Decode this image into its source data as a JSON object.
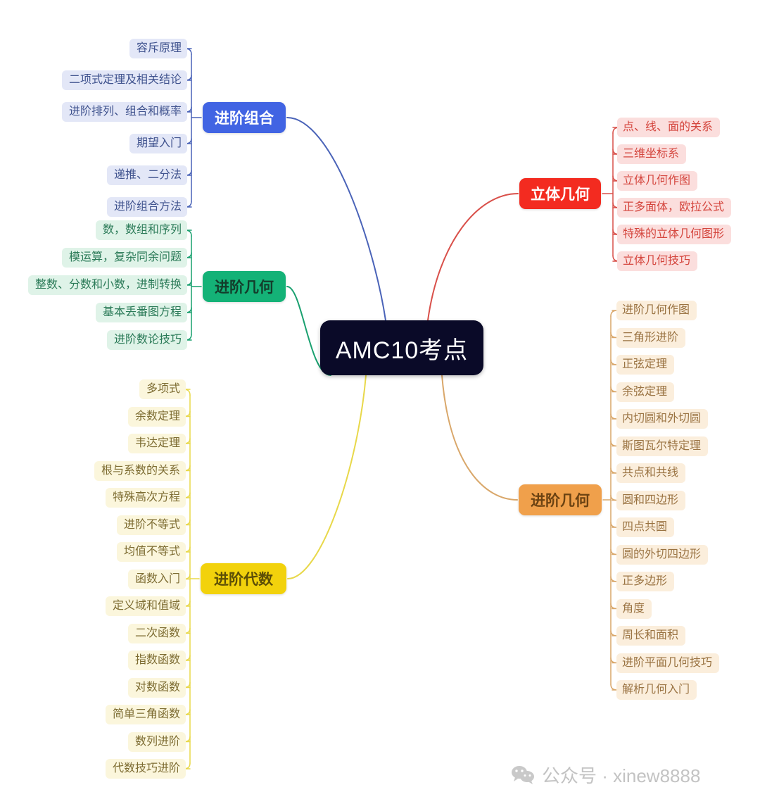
{
  "center": {
    "label": "AMC10考点",
    "bg": "#0a0a28",
    "text_color": "#ffffff"
  },
  "watermark": {
    "icon": "wechat-icon",
    "text": "公众号 · xinew8888",
    "color": "#c3c3c3"
  },
  "branches": [
    {
      "id": "combinatorics",
      "label": "进阶组合",
      "node_bg": "#4164e3",
      "node_text": "#ffffff",
      "leaf_bg": "#e3e7f7",
      "leaf_text": "#41548f",
      "edge_color": "#4a63b8",
      "children": [
        "容斥原理",
        "二项式定理及相关结论",
        "进阶排列、组合和概率",
        "期望入门",
        "递推、二分法",
        "进阶组合方法"
      ]
    },
    {
      "id": "number-theory",
      "label": "进阶几何",
      "node_bg": "#14b277",
      "node_text": "#133d2b",
      "leaf_bg": "#dff3e8",
      "leaf_text": "#2a7a57",
      "edge_color": "#19a06f",
      "children": [
        "数，数组和序列",
        "模运算，复杂同余问题",
        "整数、分数和小数，进制转换",
        "基本丢番图方程",
        "进阶数论技巧"
      ]
    },
    {
      "id": "algebra",
      "label": "进阶代数",
      "node_bg": "#f2d20c",
      "node_text": "#5d4f07",
      "leaf_bg": "#fbf6dc",
      "leaf_text": "#7d6c32",
      "edge_color": "#e8d84a",
      "children": [
        "多项式",
        "余数定理",
        "韦达定理",
        "根与系数的关系",
        "特殊高次方程",
        "进阶不等式",
        "均值不等式",
        "函数入门",
        "定义域和值域",
        "二次函数",
        "指数函数",
        "对数函数",
        "简单三角函数",
        "数列进阶",
        "代数技巧进阶"
      ]
    },
    {
      "id": "solid-geometry",
      "label": "立体几何",
      "node_bg": "#f32b20",
      "node_text": "#ffffff",
      "leaf_bg": "#fbdedd",
      "leaf_text": "#d4453d",
      "edge_color": "#d9504a",
      "children": [
        "点、线、面的关系",
        "三维坐标系",
        "立体几何作图",
        "正多面体，欧拉公式",
        "特殊的立体几何图形",
        "立体几何技巧"
      ]
    },
    {
      "id": "plane-geometry",
      "label": "进阶几何",
      "node_bg": "#f0a04b",
      "node_text": "#6b4212",
      "leaf_bg": "#fbeedc",
      "leaf_text": "#9a7342",
      "edge_color": "#d9a76a",
      "children": [
        "进阶几何作图",
        "三角形进阶",
        "正弦定理",
        "余弦定理",
        "内切圆和外切圆",
        "斯图瓦尔特定理",
        "共点和共线",
        "圆和四边形",
        "四点共圆",
        "圆的外切四边形",
        "正多边形",
        "角度",
        "周长和面积",
        "进阶平面几何技巧",
        "解析几何入门"
      ]
    }
  ]
}
